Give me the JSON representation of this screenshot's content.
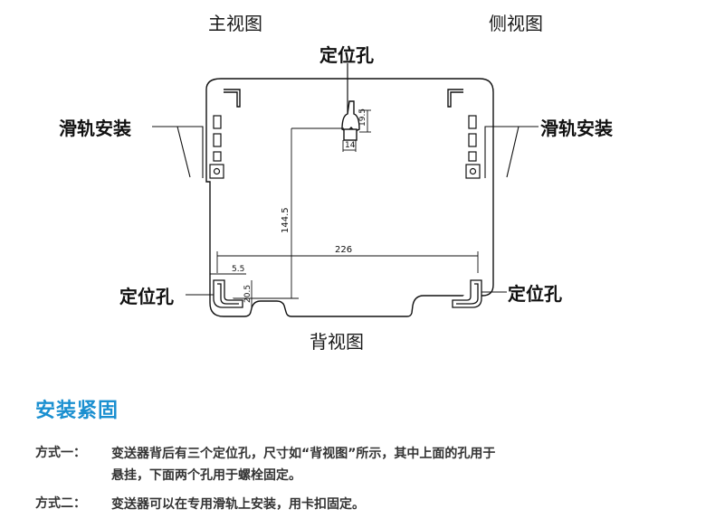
{
  "views": {
    "front": "主视图",
    "side": "侧视图",
    "back": "背视图"
  },
  "labels": {
    "locating_hole_top": "定位孔",
    "locating_hole_left": "定位孔",
    "locating_hole_right": "定位孔",
    "rail_mount_left": "滑轨安装",
    "rail_mount_right": "滑轨安装"
  },
  "dimensions": {
    "hole_height": "19.5",
    "hole_width": "14",
    "vertical": "144.5",
    "horizontal": "226",
    "corner_offset_x": "5.5",
    "corner_offset_y": "20.5"
  },
  "section": {
    "heading": "安装紧固",
    "method1_label": "方式一：",
    "method1_line1": "变送器背后有三个定位孔，尺寸如“背视图”所示，其中上面的孔用于",
    "method1_line2": "悬挂，下面两个孔用于螺栓固定。",
    "method2_label": "方式二：",
    "method2_line1": "变送器可以在专用滑轨上安装，用卡扣固定。"
  },
  "colors": {
    "heading": "#1a8fd0",
    "text": "#333333",
    "line": "#111111"
  }
}
